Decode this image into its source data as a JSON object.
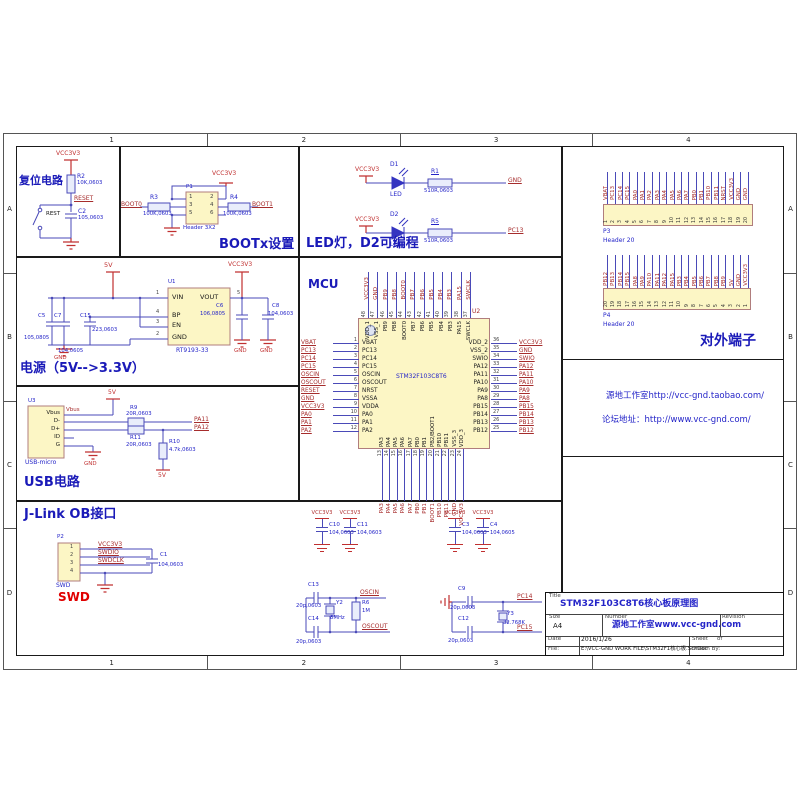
{
  "frame": {
    "cols": [
      "1",
      "2",
      "3",
      "4"
    ],
    "rows": [
      "A",
      "B",
      "C",
      "D"
    ]
  },
  "reset": {
    "title": "复位电路",
    "vcc": "VCC3V3",
    "r_ref": "R2",
    "r_val": "10K,0603",
    "net": "RESET",
    "sw_ref": "REST",
    "c_ref": "C2",
    "c_val": "105,0603"
  },
  "bootx": {
    "title": "BOOTx设置",
    "vcc": "VCC3V3",
    "p_ref": "P1",
    "p_type": "Header 3X2",
    "left_net": "BOOT0",
    "right_net": "BOOT1",
    "r3_ref": "R3",
    "r3_val": "100K,0603",
    "r4_ref": "R4",
    "r4_val": "100K,0603",
    "pins_left": [
      "1",
      "3",
      "5"
    ],
    "pins_right": [
      "2",
      "4",
      "6"
    ]
  },
  "led": {
    "title": "LED灯，D2可编程",
    "rows": [
      {
        "vcc": "VCC3V3",
        "d_ref": "D1",
        "d_name": "LED",
        "r_ref": "R1",
        "r_val": "510R,0603",
        "net": "GND"
      },
      {
        "vcc": "VCC3V3",
        "d_ref": "D2",
        "d_name": "LED",
        "r_ref": "R5",
        "r_val": "510R,0603",
        "net": "PC13"
      }
    ]
  },
  "power": {
    "title": "电源（5V-->3.3V）",
    "in_net": "5V",
    "out_net": "VCC3V3",
    "u_ref": "U1",
    "u_name": "RT9193-33",
    "pin_vin": "VIN",
    "pin_vout": "VOUT",
    "pin_bp": "BP",
    "pin_en": "EN",
    "pin_gnd": "GND",
    "n1": "1",
    "n2": "2",
    "n3": "3",
    "n4": "4",
    "n5": "5",
    "c5": "C5",
    "c5_val": "105,0805",
    "c7": "C7",
    "c7_val": "104,0605",
    "c15": "C15",
    "c15_val": "223,0603",
    "c6": "C6",
    "c6_val": "106,0805",
    "c8": "C8",
    "c8_val": "104,0603",
    "gnd": "GND"
  },
  "usb": {
    "title": "USB电路",
    "u_ref": "U3",
    "u_name": "USB-micro",
    "pins": [
      "Vbus",
      "D-",
      "D+",
      "ID",
      "G"
    ],
    "vbus_net": "Vbus",
    "v5": "5V",
    "r9": "R9",
    "r9_val": "20R,0603",
    "r11": "R11",
    "r11_val": "20R,0603",
    "r10": "R10",
    "r10_val": "4.7k,0603",
    "pa11": "PA11",
    "pa12": "PA12",
    "gnd": "GND",
    "v5b": "5V"
  },
  "jlink": {
    "title": "J-Link OB接口",
    "p_ref": "P2",
    "pins": [
      "1",
      "2",
      "3",
      "4"
    ],
    "net1": "VCC3V3",
    "net2": "SWDIO",
    "net3": "SWDCLK",
    "c_ref": "C1",
    "c_val": "104,0603",
    "sw_label": "SWD",
    "swd_red": "SWD"
  },
  "mcu": {
    "section_title": "MCU",
    "ref": "U2",
    "part": "STM32F103C8T6",
    "left": [
      {
        "num": "1",
        "name": "VBAT",
        "net": "VBAT"
      },
      {
        "num": "2",
        "name": "PC13",
        "net": "PC13"
      },
      {
        "num": "3",
        "name": "PC14",
        "net": "PC14"
      },
      {
        "num": "4",
        "name": "PC15",
        "net": "PC15"
      },
      {
        "num": "5",
        "name": "OSCIN",
        "net": "OSCIN"
      },
      {
        "num": "6",
        "name": "OSCOUT",
        "net": "OSCOUT"
      },
      {
        "num": "7",
        "name": "NRST",
        "net": "RESET"
      },
      {
        "num": "8",
        "name": "VSSA",
        "net": "GND"
      },
      {
        "num": "9",
        "name": "VDDA",
        "net": "VCC3V3"
      },
      {
        "num": "10",
        "name": "PA0",
        "net": "PA0"
      },
      {
        "num": "11",
        "name": "PA1",
        "net": "PA1"
      },
      {
        "num": "12",
        "name": "PA2",
        "net": "PA2"
      }
    ],
    "right": [
      {
        "num": "36",
        "name": "VDD_2",
        "net": "VCC3V3"
      },
      {
        "num": "35",
        "name": "VSS_2",
        "net": "GND"
      },
      {
        "num": "34",
        "name": "SWIO",
        "net": "SWIO"
      },
      {
        "num": "33",
        "name": "PA12",
        "net": "PA12"
      },
      {
        "num": "32",
        "name": "PA11",
        "net": "PA11"
      },
      {
        "num": "31",
        "name": "PA10",
        "net": "PA10"
      },
      {
        "num": "30",
        "name": "PA9",
        "net": "PA9"
      },
      {
        "num": "29",
        "name": "PA8",
        "net": "PA8"
      },
      {
        "num": "28",
        "name": "PB15",
        "net": "PB15"
      },
      {
        "num": "27",
        "name": "PB14",
        "net": "PB14"
      },
      {
        "num": "26",
        "name": "PB13",
        "net": "PB13"
      },
      {
        "num": "25",
        "name": "PB12",
        "net": "PB12"
      }
    ],
    "top": [
      {
        "num": "48",
        "name": "VDD_1",
        "net": "VCC3V3"
      },
      {
        "num": "47",
        "name": "VSS_1",
        "net": "GND"
      },
      {
        "num": "46",
        "name": "PB9",
        "net": "PB9"
      },
      {
        "num": "45",
        "name": "PB8",
        "net": "PB8"
      },
      {
        "num": "44",
        "name": "BOOT0",
        "net": "BOOT0"
      },
      {
        "num": "43",
        "name": "PB7",
        "net": "PB7"
      },
      {
        "num": "42",
        "name": "PB6",
        "net": "PB6"
      },
      {
        "num": "41",
        "name": "PB5",
        "net": "PB5"
      },
      {
        "num": "40",
        "name": "PB4",
        "net": "PB4"
      },
      {
        "num": "39",
        "name": "PB3",
        "net": "PB3"
      },
      {
        "num": "38",
        "name": "PA15",
        "net": "PA15"
      },
      {
        "num": "37",
        "name": "SWCLK",
        "net": "SWCLK"
      }
    ],
    "bottom": [
      {
        "num": "13",
        "name": "PA3",
        "net": "PA3"
      },
      {
        "num": "14",
        "name": "PA4",
        "net": "PA4"
      },
      {
        "num": "15",
        "name": "PA5",
        "net": "PA5"
      },
      {
        "num": "16",
        "name": "PA6",
        "net": "PA6"
      },
      {
        "num": "17",
        "name": "PA7",
        "net": "PA7"
      },
      {
        "num": "18",
        "name": "PB0",
        "net": "PB0"
      },
      {
        "num": "19",
        "name": "PB1",
        "net": "PB1"
      },
      {
        "num": "20",
        "name": "PB2/BOOT1",
        "net": "BOOT1"
      },
      {
        "num": "21",
        "name": "PB10",
        "net": "PB10"
      },
      {
        "num": "22",
        "name": "PB11",
        "net": "PB11"
      },
      {
        "num": "23",
        "name": "VSS_3",
        "net": "GND"
      },
      {
        "num": "24",
        "name": "VDD_3",
        "net": "VCC3V3"
      }
    ]
  },
  "headers": {
    "title": "对外端子",
    "p3": {
      "ref": "P3",
      "type": "Header 20",
      "pins": [
        {
          "num": "1",
          "net": "VBAT"
        },
        {
          "num": "2",
          "net": "PC13"
        },
        {
          "num": "3",
          "net": "PC14"
        },
        {
          "num": "4",
          "net": "PC15"
        },
        {
          "num": "5",
          "net": "PA0"
        },
        {
          "num": "6",
          "net": "PA1"
        },
        {
          "num": "7",
          "net": "PA2"
        },
        {
          "num": "8",
          "net": "PA3"
        },
        {
          "num": "9",
          "net": "PA4"
        },
        {
          "num": "10",
          "net": "PA5"
        },
        {
          "num": "11",
          "net": "PA6"
        },
        {
          "num": "12",
          "net": "PA7"
        },
        {
          "num": "13",
          "net": "PB0"
        },
        {
          "num": "14",
          "net": "PB1"
        },
        {
          "num": "15",
          "net": "PB10"
        },
        {
          "num": "16",
          "net": "PB11"
        },
        {
          "num": "17",
          "net": "NRST"
        },
        {
          "num": "18",
          "net": "VCC3V3"
        },
        {
          "num": "19",
          "net": "GND"
        },
        {
          "num": "20",
          "net": "GND"
        }
      ]
    },
    "p4": {
      "ref": "P4",
      "type": "Header 20",
      "pins": [
        {
          "num": "20",
          "net": "PB12"
        },
        {
          "num": "19",
          "net": "PB13"
        },
        {
          "num": "18",
          "net": "PB14"
        },
        {
          "num": "17",
          "net": "PB15"
        },
        {
          "num": "16",
          "net": "PA8"
        },
        {
          "num": "15",
          "net": "PA9"
        },
        {
          "num": "14",
          "net": "PA10"
        },
        {
          "num": "13",
          "net": "PA11"
        },
        {
          "num": "12",
          "net": "PA12"
        },
        {
          "num": "11",
          "net": "PA15"
        },
        {
          "num": "10",
          "net": "PB3"
        },
        {
          "num": "9",
          "net": "PB4"
        },
        {
          "num": "8",
          "net": "PB5"
        },
        {
          "num": "7",
          "net": "PB6"
        },
        {
          "num": "6",
          "net": "PB7"
        },
        {
          "num": "5",
          "net": "PB8"
        },
        {
          "num": "4",
          "net": "PB9"
        },
        {
          "num": "3",
          "net": "5V"
        },
        {
          "num": "2",
          "net": "GND"
        },
        {
          "num": "1",
          "net": "VCC3V3"
        }
      ]
    }
  },
  "caps": {
    "pair1": [
      {
        "vcc": "VCC3V3",
        "ref": "C10",
        "val": "104,0603"
      },
      {
        "vcc": "VCC3V3",
        "ref": "C11",
        "val": "104,0603"
      }
    ],
    "pair2": [
      {
        "vcc": "VCC3V3",
        "ref": "C3",
        "val": "104,0603"
      },
      {
        "vcc": "VCC3V3",
        "ref": "C4",
        "val": "104,0605"
      }
    ]
  },
  "osc1": {
    "c_top": "C13",
    "c_top_val": "20p,0603",
    "c_bot": "C14",
    "c_bot_val": "20p,0603",
    "y_ref": "Y2",
    "y_val": "8MHz",
    "r_ref": "R6",
    "r_val": "1M",
    "net_top": "OSCIN",
    "net_bot": "OSCOUT"
  },
  "osc2": {
    "c_top": "C9",
    "c_top_val": "20p,0603",
    "c_bot": "C12",
    "c_bot_val": "20p,0603",
    "y_ref": "Y3",
    "y_val": "32.768K",
    "net_top": "PC14",
    "net_bot": "PC15"
  },
  "links": {
    "line1": "源地工作室http://vcc-gnd.taobao.com/",
    "line2": "论坛地址：http://www.vcc-gnd.com/"
  },
  "titleblock": {
    "title_label": "Title",
    "title": "STM32F103C8T6核心板原理图",
    "size_label": "Size",
    "size": "A4",
    "number_label": "Number",
    "number": "源地工作室www.vcc-gnd.com",
    "revision_label": "Revision",
    "date_label": "Date",
    "date": "2016/1/26",
    "sheet_label": "Sheet",
    "sheet_of": "of",
    "file_label": "File:",
    "file": "E:\\VCC-GND WORK FILE\\STM32F1核心板.SchDoc",
    "drawn": "Drawn By:"
  }
}
